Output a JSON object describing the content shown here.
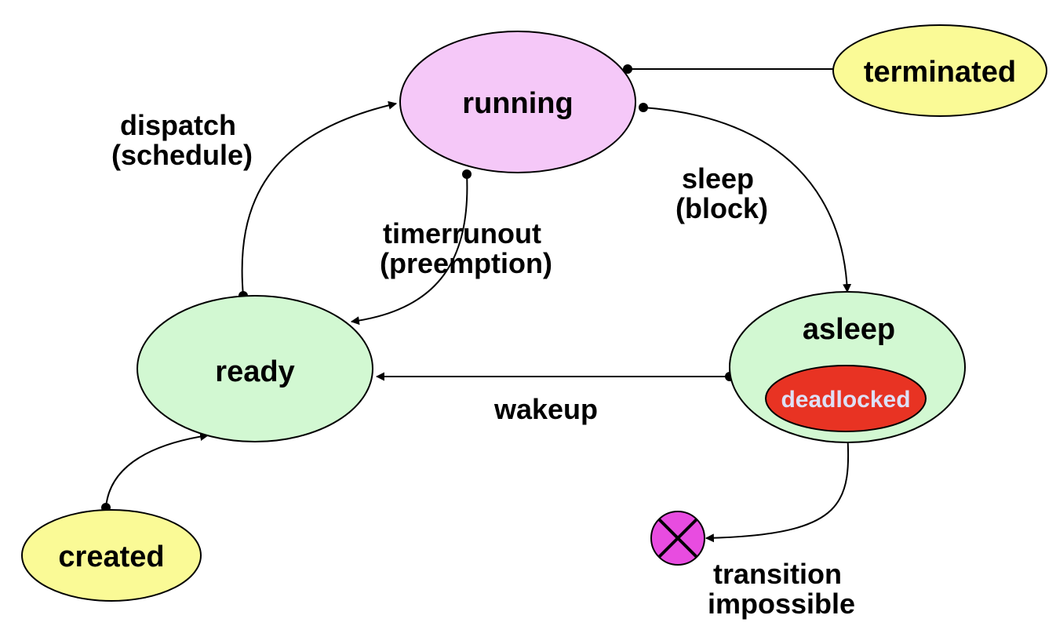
{
  "colors": {
    "running": "#f5c8f8",
    "ready": "#d2f8d2",
    "asleep": "#d2f8d2",
    "deadlocked": "#e83323",
    "deadlocked_text": "#dde0f6",
    "terminated": "#fafa96",
    "created": "#fafa96",
    "impossible_marker": "#e84ce0"
  },
  "states": {
    "running": "running",
    "ready": "ready",
    "asleep": "asleep",
    "deadlocked": "deadlocked",
    "terminated": "terminated",
    "created": "created"
  },
  "transitions": {
    "dispatch": [
      "dispatch",
      "(schedule)"
    ],
    "timerrunout": [
      "timerrunout",
      "(preemption)"
    ],
    "sleep": [
      "sleep",
      "(block)"
    ],
    "wakeup": "wakeup",
    "impossible": [
      "transition",
      "impossible"
    ]
  },
  "icons": {
    "impossible_marker": "circled-x-icon"
  }
}
